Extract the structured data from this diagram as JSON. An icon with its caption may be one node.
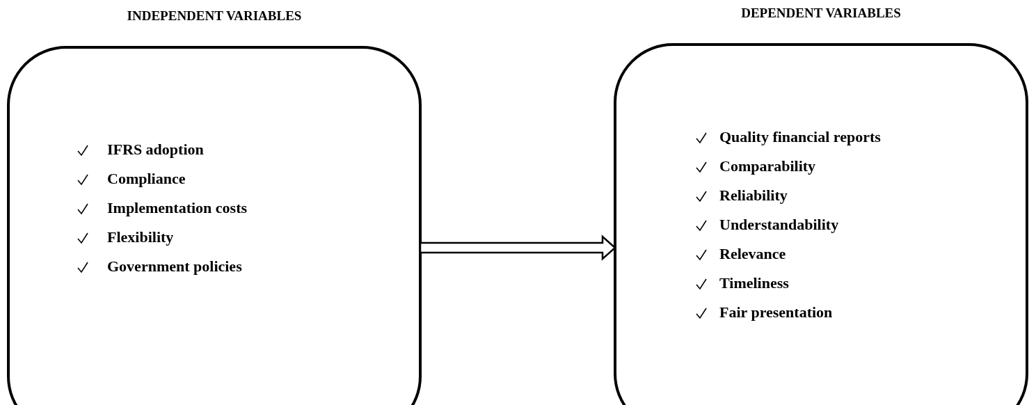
{
  "diagram": {
    "nodes": [
      {
        "text": [
          "INDEPENDENT VARIABLES",
          "IFRS adoption",
          "Compliance",
          "Implementation costs",
          "Flexibility",
          "Government policies"
        ]
      },
      {
        "text": [
          "DEPENDENT VARIABLES",
          "Quality financial reports",
          "Comparability",
          "Reliability",
          "Understandability",
          "Relevance",
          "Timeliness",
          "Fair presentation"
        ]
      }
    ],
    "edges": [
      {
        "from": 0,
        "to": 1,
        "arrow": "to"
      }
    ]
  }
}
